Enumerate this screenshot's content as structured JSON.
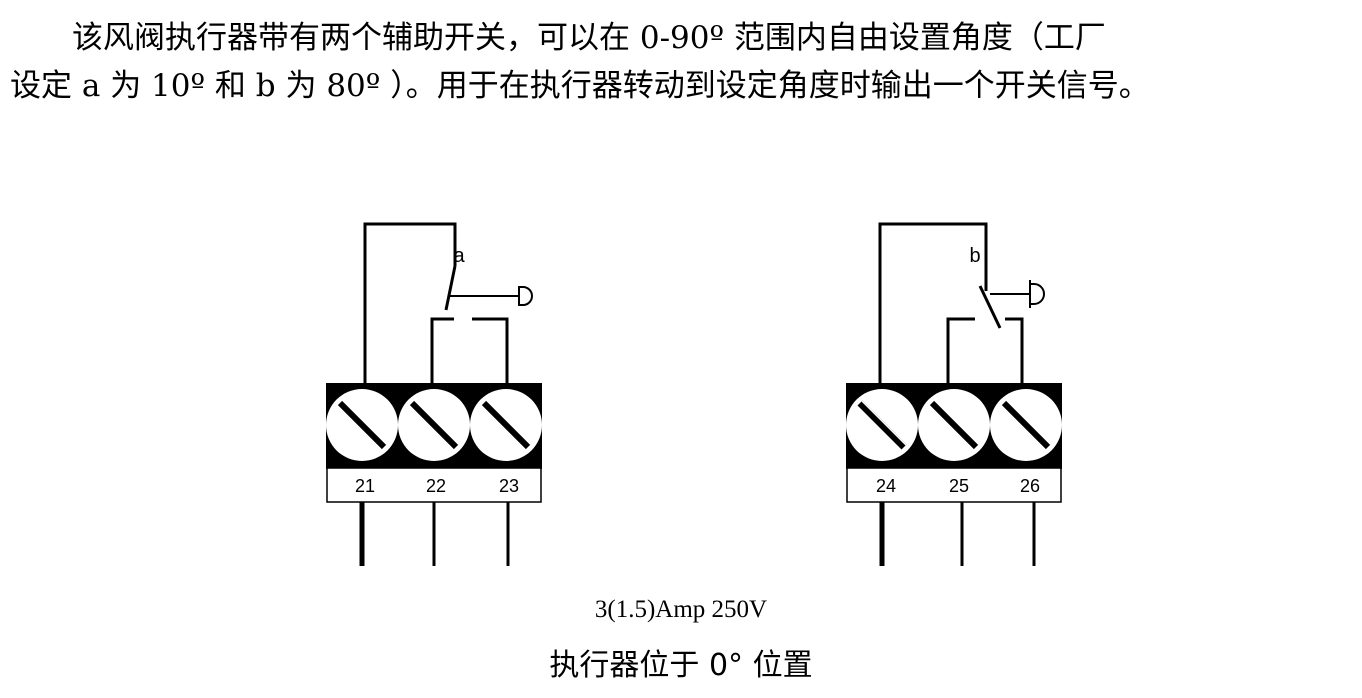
{
  "paragraph": {
    "line1": "该风阀执行器带有两个辅助开关，可以在 0-90º 范围内自由设置角度（工厂",
    "line2": "设定 a 为 10º 和 b 为 80º ）。用于在执行器转动到设定角度时输出一个开关信号。"
  },
  "switch_a": {
    "label": "a",
    "terminals": [
      "21",
      "22",
      "23"
    ]
  },
  "switch_b": {
    "label": "b",
    "terminals": [
      "24",
      "25",
      "26"
    ]
  },
  "caption": {
    "rating": "3(1.5)Amp 250V",
    "position": "执行器位于 0° 位置"
  }
}
